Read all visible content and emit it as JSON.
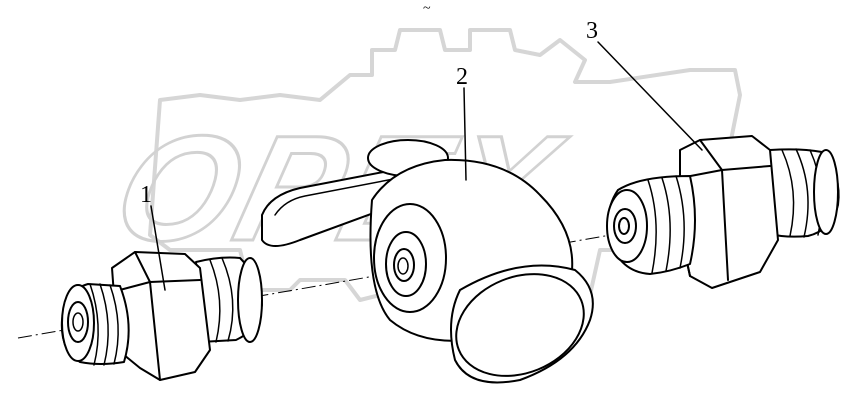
{
  "watermark": {
    "text": "OPEX"
  },
  "top_mark": "~",
  "callouts": [
    {
      "label": "1",
      "part": "nipple"
    },
    {
      "label": "2",
      "part": "valve"
    },
    {
      "label": "3",
      "part": "nipple"
    }
  ],
  "colors": {
    "line": "#000000",
    "watermark": "#d6d6d6",
    "background": "#ffffff"
  }
}
